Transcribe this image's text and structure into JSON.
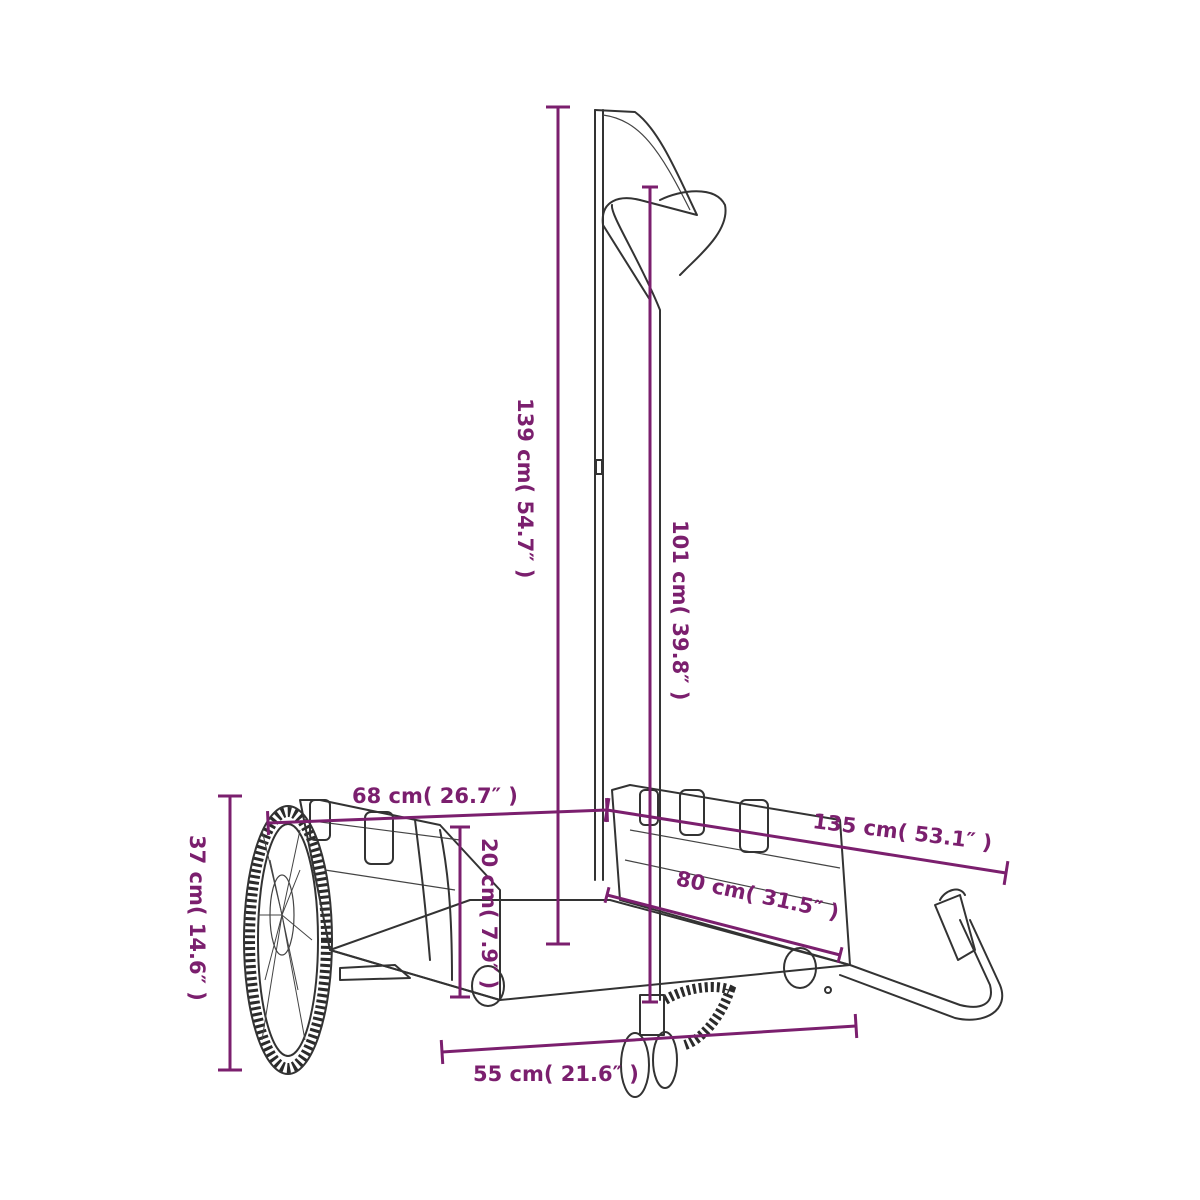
{
  "colors": {
    "dimension": "#7b1f6e",
    "outline": "#333333",
    "background": "#ffffff"
  },
  "dimensions": {
    "total_height": "139 cm( 54.7″ )",
    "handle_height": "101 cm( 39.8″ )",
    "width": "68 cm( 26.7″ )",
    "total_length": "135 cm( 53.1″ )",
    "bed_depth": "20 cm( 7.9″ )",
    "bed_length": "80 cm( 31.5″ )",
    "wheel_height": "37 cm( 14.6″ )",
    "bed_width": "55 cm( 21.6″ )"
  }
}
